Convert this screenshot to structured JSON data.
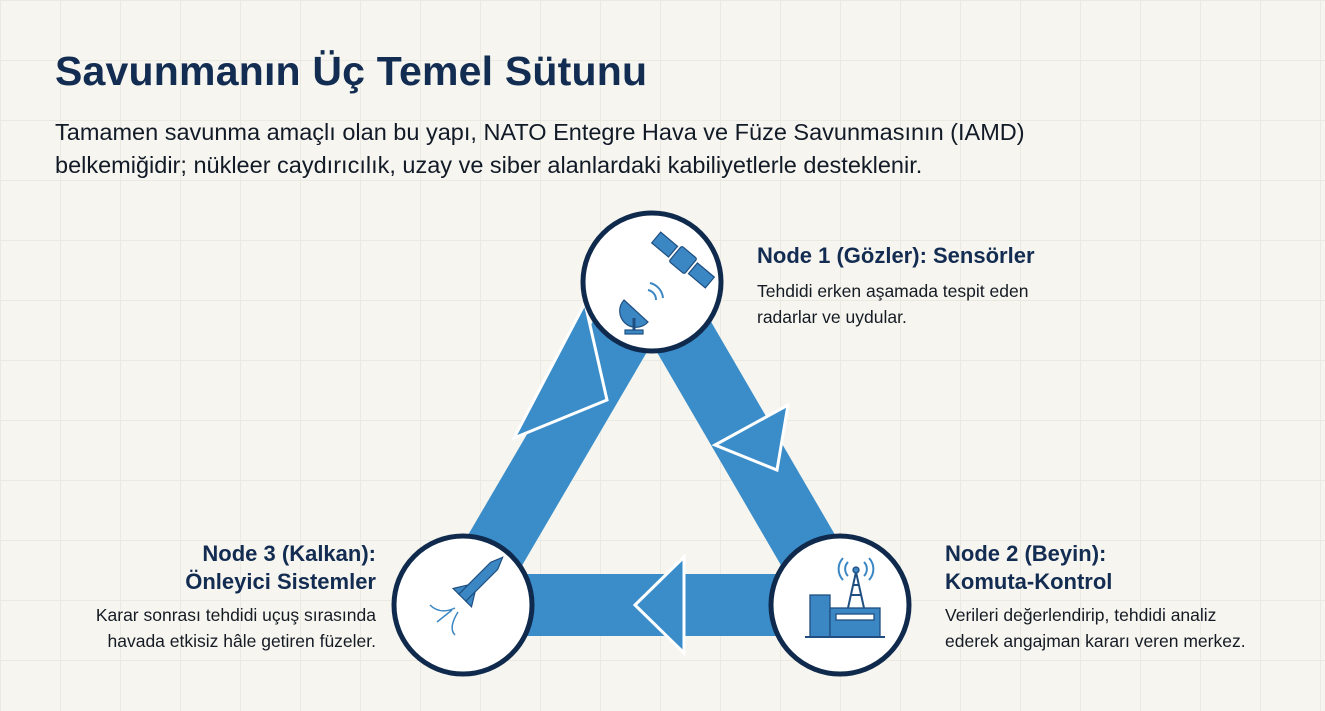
{
  "header": {
    "title": "Savunmanın Üç Temel Sütunu",
    "subtitle_lines": [
      "Tamamen savunma amaçlı olan bu yapı, NATO Entegre Hava ve Füze Savunmasının (IAMD)",
      "belkemiğidir; nükleer caydırıcılık, uzay ve siber alanlardaki kabiliyetlerle desteklenir."
    ]
  },
  "nodes": [
    {
      "title_lines": [
        "Node 1 (Gözler): Sensörler"
      ],
      "desc_lines": [
        "Tehdidi erken aşamada tespit eden",
        "radarlar ve uydular."
      ],
      "icon": "satellite-radar-icon"
    },
    {
      "title_lines": [
        "Node 2 (Beyin):",
        "Komuta-Kontrol"
      ],
      "desc_lines": [
        "Verileri değerlendirip, tehdidi analiz",
        "ederek angajman kararı veren merkez."
      ],
      "icon": "command-center-tower-icon"
    },
    {
      "title_lines": [
        "Node 3 (Kalkan):",
        "Önleyici Sistemler"
      ],
      "desc_lines": [
        "Karar sonrası tehdidi uçuş sırasında",
        "havada etkisiz hâle getiren füzeler."
      ],
      "icon": "interceptor-missile-icon"
    }
  ],
  "colors": {
    "arrow": "#3a8dc9",
    "navy": "#0f2a4d",
    "icon": "#3b87c4",
    "background": "#f6f5ef"
  }
}
